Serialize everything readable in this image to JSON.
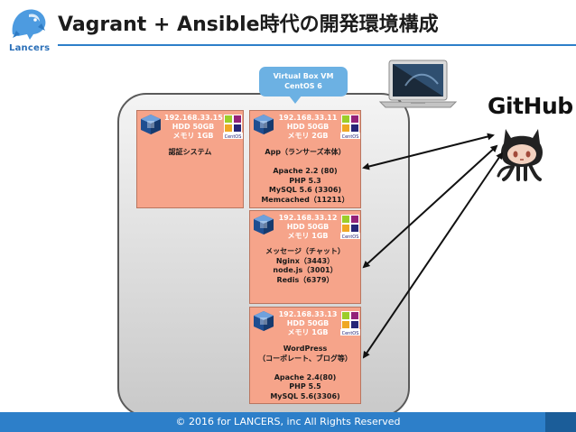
{
  "header": {
    "logo_text": "Lancers",
    "title": "Vagrant + Ansible時代の開発環境構成"
  },
  "callout": {
    "line1": "Virtual Box VM",
    "line2": "CentOS 6"
  },
  "vms": [
    {
      "ip": "192.168.33.15",
      "hdd": "HDD 50GB",
      "mem": "メモリ 1GB",
      "body": [
        "認証システム"
      ]
    },
    {
      "ip": "192.168.33.11",
      "hdd": "HDD 50GB",
      "mem": "メモリ 2GB",
      "body": [
        "App（ランサーズ本体）",
        "",
        "Apache 2.2 (80)",
        "PHP 5.3",
        "MySQL 5.6 (3306)",
        "Memcached（11211）"
      ]
    },
    {
      "ip": "192.168.33.12",
      "hdd": "HDD 50GB",
      "mem": "メモリ 1GB",
      "body": [
        "メッセージ（チャット）",
        "Nginx（3443）",
        "node.js（3001）",
        "Redis（6379）"
      ]
    },
    {
      "ip": "192.168.33.13",
      "hdd": "HDD 50GB",
      "mem": "メモリ 1GB",
      "body": [
        "WordPress",
        "（コーポレート、ブログ等）",
        "",
        "Apache 2.4(80)",
        "PHP 5.5",
        "MySQL 5.6(3306)"
      ]
    }
  ],
  "github": {
    "label": "GitHub"
  },
  "footer": {
    "copyright": "© 2016 for LANCERS, inc All Rights Reserved"
  },
  "colors": {
    "accent_blue": "#2d7fc9",
    "callout_blue": "#6cb1e3",
    "vm_box": "#f6a48a",
    "vm_header_text": "#ffffff"
  },
  "icons": [
    "lancers-logo-icon",
    "virtualbox-icon",
    "centos-icon",
    "laptop-icon",
    "octocat-icon"
  ]
}
